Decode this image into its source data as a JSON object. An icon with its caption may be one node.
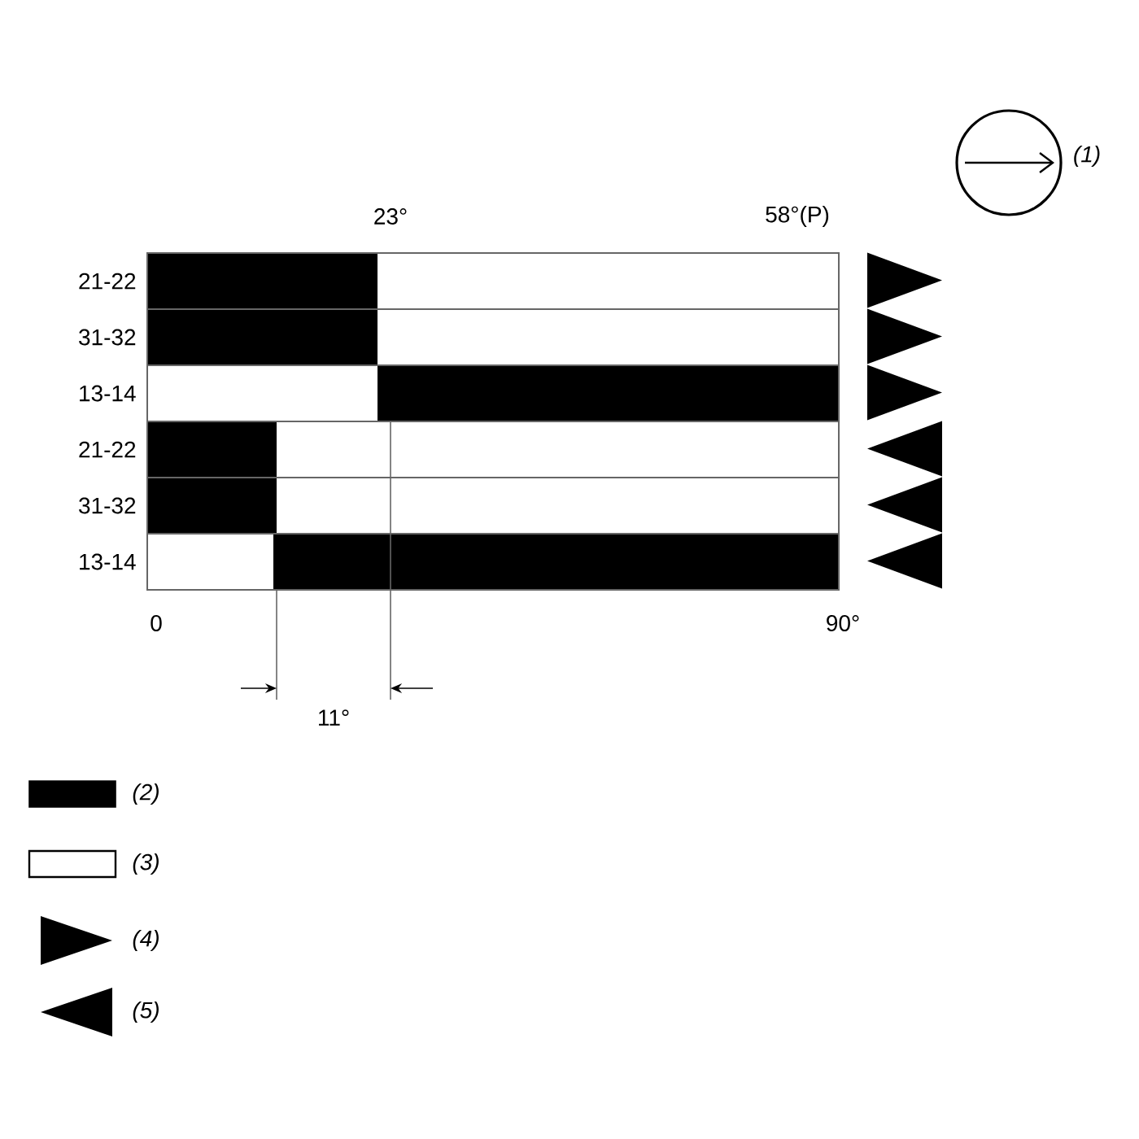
{
  "diagram": {
    "nodes": [
      {
        "text": [],
        "shape": "circle",
        "beside": [
          "(1)"
        ]
      },
      {
        "text": [
          "21-22"
        ]
      },
      {
        "text": [
          "31-32"
        ]
      },
      {
        "text": [
          "13-14"
        ]
      },
      {
        "text": [
          "21-22"
        ]
      },
      {
        "text": [
          "31-32"
        ]
      },
      {
        "text": [
          "13-14"
        ]
      }
    ],
    "labels": [
      "23°",
      "58°(P)",
      "0",
      "90°",
      "11°"
    ],
    "legend": [
      {
        "text": "(2)",
        "color": "#000000"
      },
      {
        "text": "(3)"
      },
      {
        "text": "(4)"
      },
      {
        "text": "(5)"
      }
    ]
  }
}
